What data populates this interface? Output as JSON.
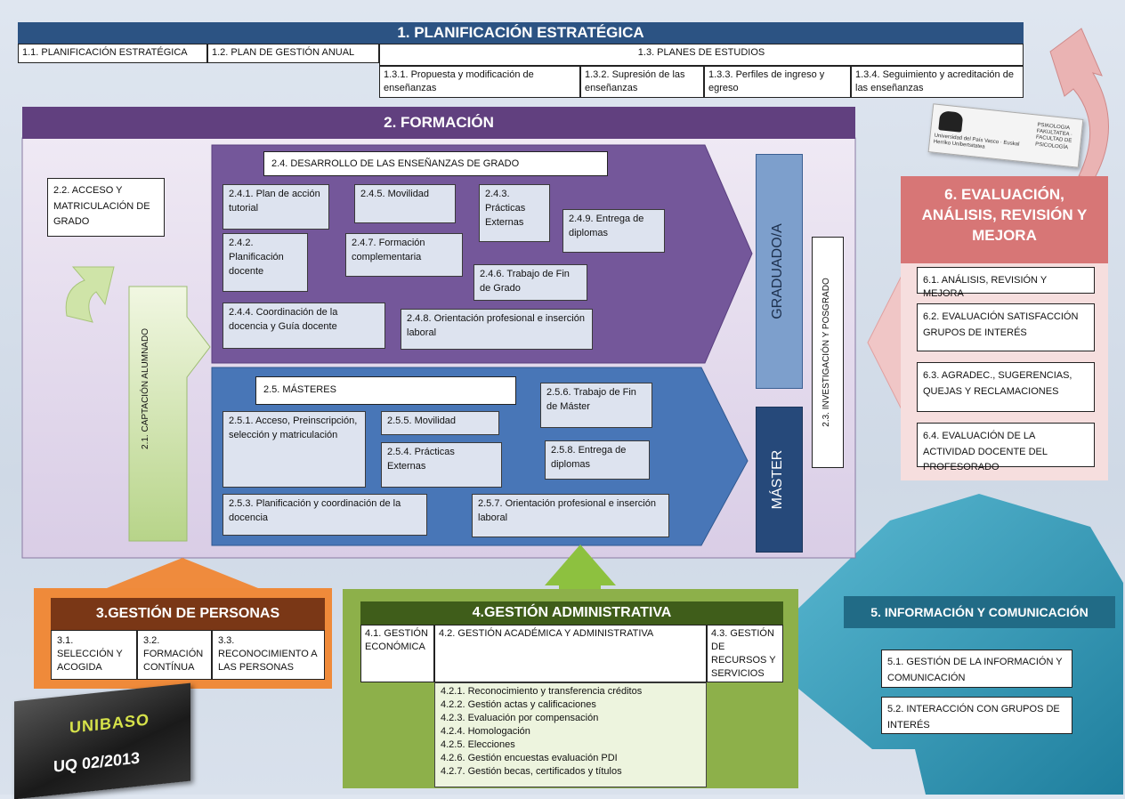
{
  "s1": {
    "title": "1.  PLANIFICACIÓN ESTRATÉGICA",
    "c1": "1.1. PLANIFICACIÓN ESTRATÉGICA",
    "c2": "1.2. PLAN DE GESTIÓN ANUAL",
    "c3": "1.3. PLANES DE ESTUDIOS",
    "c31": "1.3.1. Propuesta y modificación de enseñanzas",
    "c32": "1.3.2. Supresión de las enseñanzas",
    "c33": "1.3.3. Perfiles de ingreso y egreso",
    "c34": "1.3.4. Seguimiento y acreditación de las enseñanzas"
  },
  "s2": {
    "title": "2. FORMACIÓN",
    "acceso": "2.2. ACCESO Y MATRICULACIÓN DE GRADO",
    "captacion": "2.1. CAPTACIÓN ALUMNADO",
    "grado_title": "2.4. DESARROLLO DE LAS ENSEÑANZAS DE GRADO",
    "g241": "2.4.1. Plan de acción tutorial",
    "g245": "2.4.5. Movilidad",
    "g243": "2.4.3. Prácticas Externas",
    "g249": "2.4.9. Entrega de diplomas",
    "g242": "2.4.2. Planificación docente",
    "g247": "2.4.7. Formación complementaria",
    "g246": "2.4.6. Trabajo de Fin de Grado",
    "g244": "2.4.4. Coordinación de la docencia y Guía docente",
    "g248": "2.4.8. Orientación profesional e inserción laboral",
    "master_title": "2.5. MÁSTERES",
    "m256": "2.5.6. Trabajo de Fin de Máster",
    "m251": "2.5.1. Acceso, Preinscripción, selección y matriculación",
    "m255": "2.5.5. Movilidad",
    "m254": "2.5.4. Prácticas Externas",
    "m258": "2.5.8. Entrega de diplomas",
    "m253": "2.5.3. Planificación y coordinación de la docencia",
    "m257": "2.5.7. Orientación profesional e inserción laboral",
    "graduado": "GRADUADO/A",
    "master": "MÁSTER",
    "investigacion": "2.3. INVESTIGACIÓN Y POSGRADO"
  },
  "s3": {
    "title": "3.GESTIÓN DE PERSONAS",
    "c1": "3.1. SELECCIÓN Y ACOGIDA",
    "c2": "3.2. FORMACIÓN CONTÍNUA",
    "c3": "3.3. RECONOCIMIENTO A LAS PERSONAS"
  },
  "s4": {
    "title": "4.GESTIÓN ADMINISTRATIVA",
    "c1": "4.1. GESTIÓN ECONÓMICA",
    "c2": "4.2. GESTIÓN ACADÉMICA Y ADMINISTRATIVA",
    "c3": "4.3. GESTIÓN DE RECURSOS Y SERVICIOS",
    "items": [
      "4.2.1. Reconocimiento y transferencia créditos",
      "4.2.2. Gestión actas y calificaciones",
      "4.2.3. Evaluación por compensación",
      "4.2.4. Homologación",
      "4.2.5. Elecciones",
      "4.2.6. Gestión encuestas evaluación PDI",
      "4.2.7. Gestión becas, certificados y títulos"
    ]
  },
  "s5": {
    "title": "5. INFORMACIÓN Y COMUNICACIÓN",
    "c1": "5.1. GESTIÓN DE LA INFORMACIÓN Y COMUNICACIÓN",
    "c2": "5.2. INTERACCIÓN CON GRUPOS DE INTERÉS"
  },
  "s6": {
    "title": "6. EVALUACIÓN, ANÁLISIS, REVISIÓN Y MEJORA",
    "c1": "6.1. ANÁLISIS, REVISIÓN Y MEJORA",
    "c2": "6.2. EVALUACIÓN SATISFACCIÓN GRUPOS DE INTERÉS",
    "c3": "6.3. AGRADEC., SUGERENCIAS, QUEJAS Y RECLAMACIONES",
    "c4": "6.4. EVALUACIÓN DE LA ACTIVIDAD DOCENTE DEL PROFESORADO"
  },
  "logo": {
    "university": "Universidad del País Vasco · Euskal Herriko Unibertsitatea",
    "faculty": "PSIKOLOGIA FAKULTATEA · FACULTAD DE PSICOLOGÍA"
  },
  "badge": {
    "brand": "UNIBASO",
    "code": "UQ 02/2013"
  },
  "colors": {
    "blue_dark": "#2c4f7c",
    "purple": "#6b4a8e",
    "blue": "#3d6fb5",
    "orange": "#e77b2b",
    "green": "#8bb04a",
    "teal": "#2b8ca8",
    "pink": "#c95a5a"
  }
}
